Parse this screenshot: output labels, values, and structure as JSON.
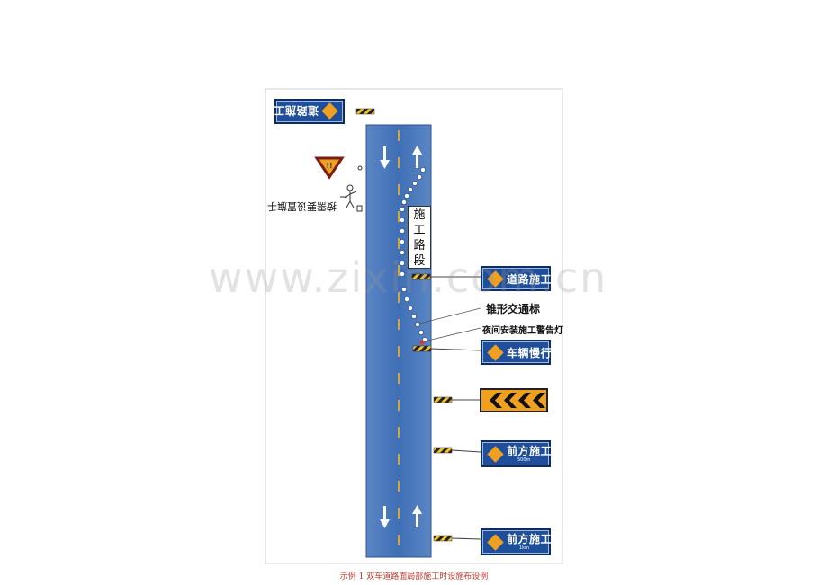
{
  "construction_zone_label": "施工路段",
  "signs": {
    "top_flipped": "道路施工",
    "road_work": "道路施工",
    "vehicles_slow": "车辆慢行",
    "ahead_500": "前方施工",
    "ahead_500_sub": "500m",
    "ahead_1k": "前方施工",
    "ahead_1k_sub": "1km"
  },
  "labels": {
    "cone": "锥形交通标",
    "night_lamp": "夜间安装施工警告灯",
    "flagger_flipped": "按需要设置旗手"
  },
  "caption": "示例 1    双车道路面局部施工时设施布设例",
  "watermark": "www.zixin.com.cn",
  "colors": {
    "road": "#3f6fb6",
    "sign_blue": "#1f4f9a",
    "lane_line": "#d9a531",
    "warning_orange": "#f0a020",
    "caption_red": "#c0392b"
  }
}
